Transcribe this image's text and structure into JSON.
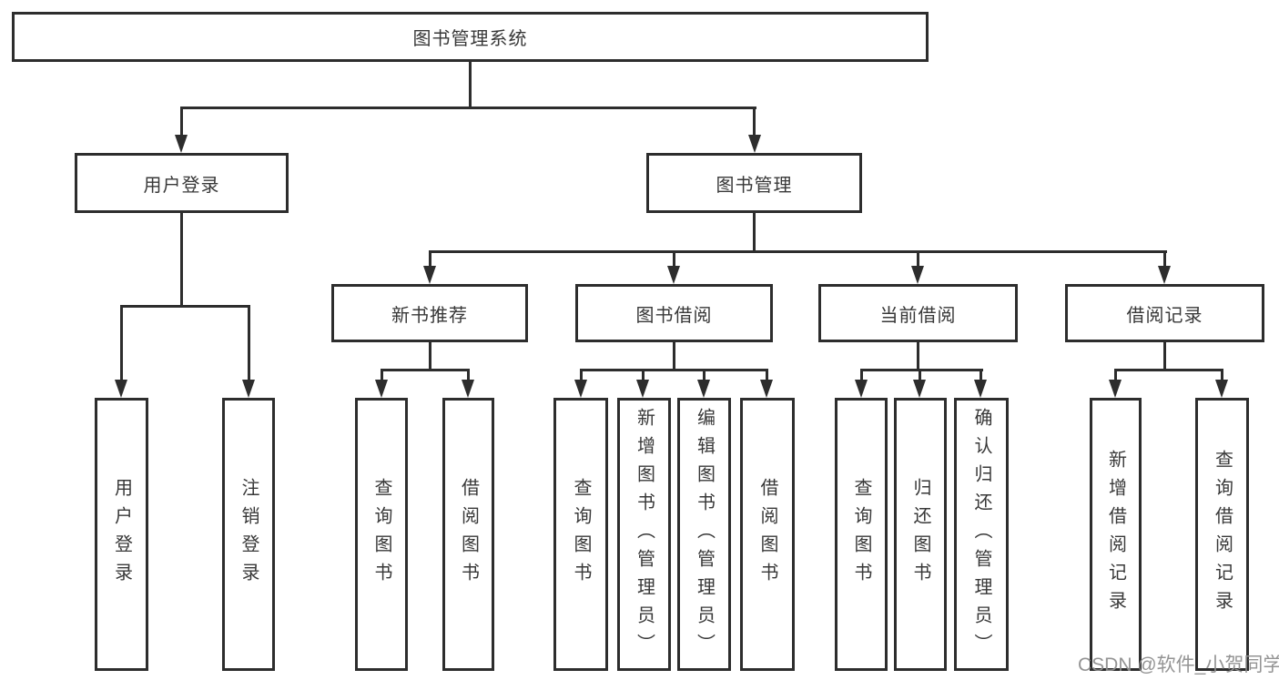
{
  "diagram": {
    "tree": {
      "label": "图书管理系统",
      "children": [
        {
          "label": "用户登录",
          "children": [
            {
              "label": "用户登录"
            },
            {
              "label": "注销登录"
            }
          ]
        },
        {
          "label": "图书管理",
          "children": [
            {
              "label": "新书推荐",
              "children": [
                {
                  "label": "查询图书"
                },
                {
                  "label": "借阅图书"
                }
              ]
            },
            {
              "label": "图书借阅",
              "children": [
                {
                  "label": "查询图书"
                },
                {
                  "label": "新增图书（管理员）"
                },
                {
                  "label": "编辑图书（管理员）"
                },
                {
                  "label": "借阅图书"
                }
              ]
            },
            {
              "label": "当前借阅",
              "children": [
                {
                  "label": "查询图书"
                },
                {
                  "label": "归还图书"
                },
                {
                  "label": "确认归还（管理员）"
                }
              ]
            },
            {
              "label": "借阅记录",
              "children": [
                {
                  "label": "新增借阅记录"
                },
                {
                  "label": "查询借阅记录"
                }
              ]
            }
          ]
        }
      ]
    },
    "line_color": "#2d2d2d",
    "text_color": "#383838"
  },
  "watermark": {
    "text": "CSDN @软件_小贺同学"
  }
}
